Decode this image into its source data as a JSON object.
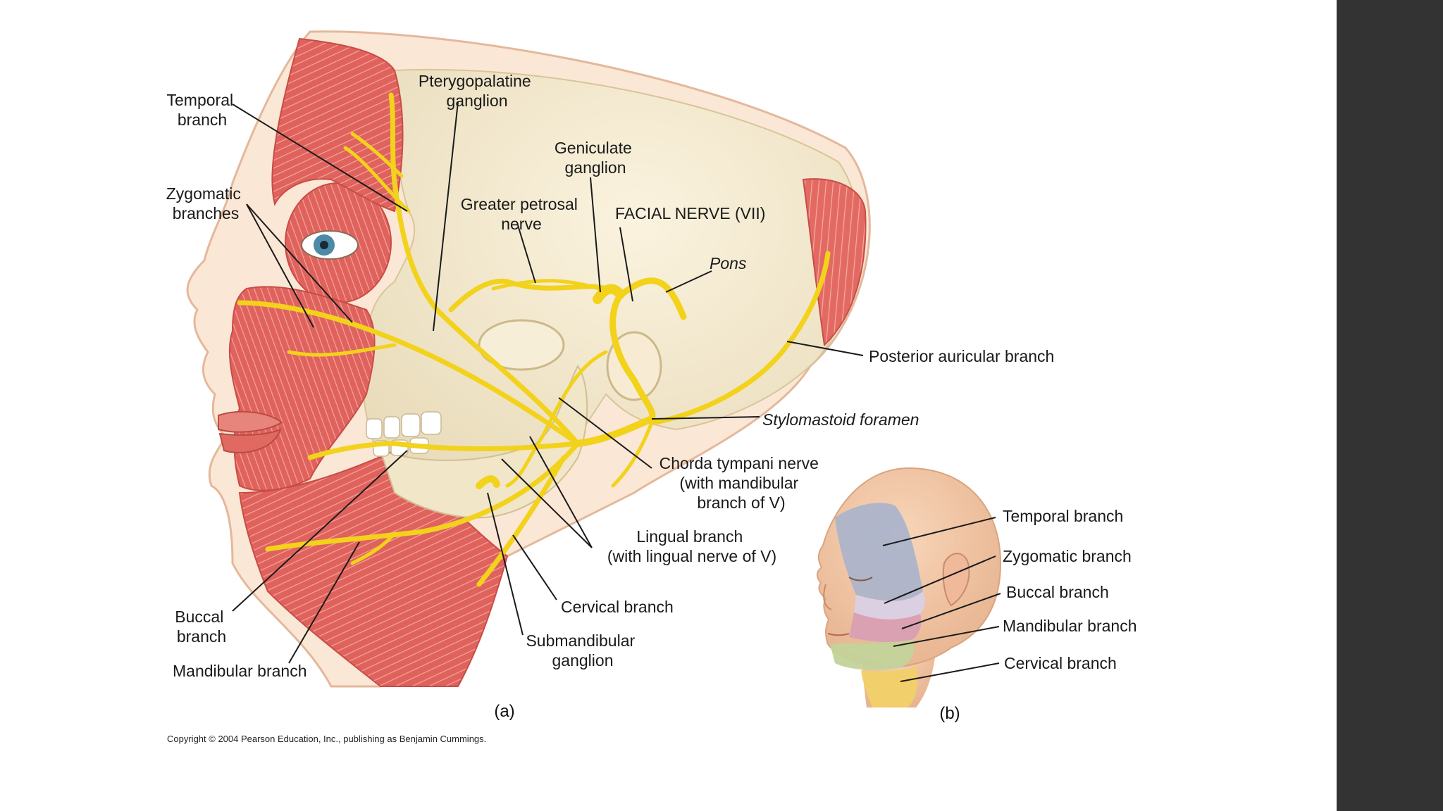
{
  "colors": {
    "background": "#ffffff",
    "side_panel": "#333333",
    "muscle": "#e0625c",
    "skin": "#f2c9a6",
    "bone": "#efe3c3",
    "nerve": "#f2d21b",
    "zone_temporal": "#a9b3cc",
    "zone_zygomatic": "#d9d0e6",
    "zone_buccal": "#d99fb3",
    "zone_mandibular": "#c3d39a",
    "zone_cervical": "#f1d067"
  },
  "labels": {
    "temporal_branch": [
      "Temporal",
      "branch"
    ],
    "zygomatic_branches": [
      "Zygomatic",
      "branches"
    ],
    "pterygopalatine": [
      "Pterygopalatine",
      "ganglion"
    ],
    "geniculate": [
      "Geniculate",
      "ganglion"
    ],
    "greater_petrosal": [
      "Greater petrosal",
      "nerve"
    ],
    "facial_nerve": "FACIAL NERVE (VII)",
    "pons": "Pons",
    "posterior_auricular": "Posterior auricular branch",
    "stylomastoid": "Stylomastoid foramen",
    "chorda_tympani": [
      "Chorda tympani nerve",
      "(with mandibular",
      "branch of V)"
    ],
    "lingual": [
      "Lingual branch",
      "(with lingual nerve of V)"
    ],
    "cervical_branch": "Cervical branch",
    "submandibular": [
      "Submandibular",
      "ganglion"
    ],
    "buccal_branch": [
      "Buccal",
      "branch"
    ],
    "mandibular_branch": "Mandibular branch"
  },
  "inset_labels": {
    "temporal": "Temporal branch",
    "zygomatic": "Zygomatic branch",
    "buccal": "Buccal branch",
    "mandibular": "Mandibular branch",
    "cervical": "Cervical branch"
  },
  "captions": {
    "a": "(a)",
    "b": "(b)"
  },
  "copyright": "Copyright © 2004 Pearson Education, Inc., publishing as Benjamin Cummings."
}
